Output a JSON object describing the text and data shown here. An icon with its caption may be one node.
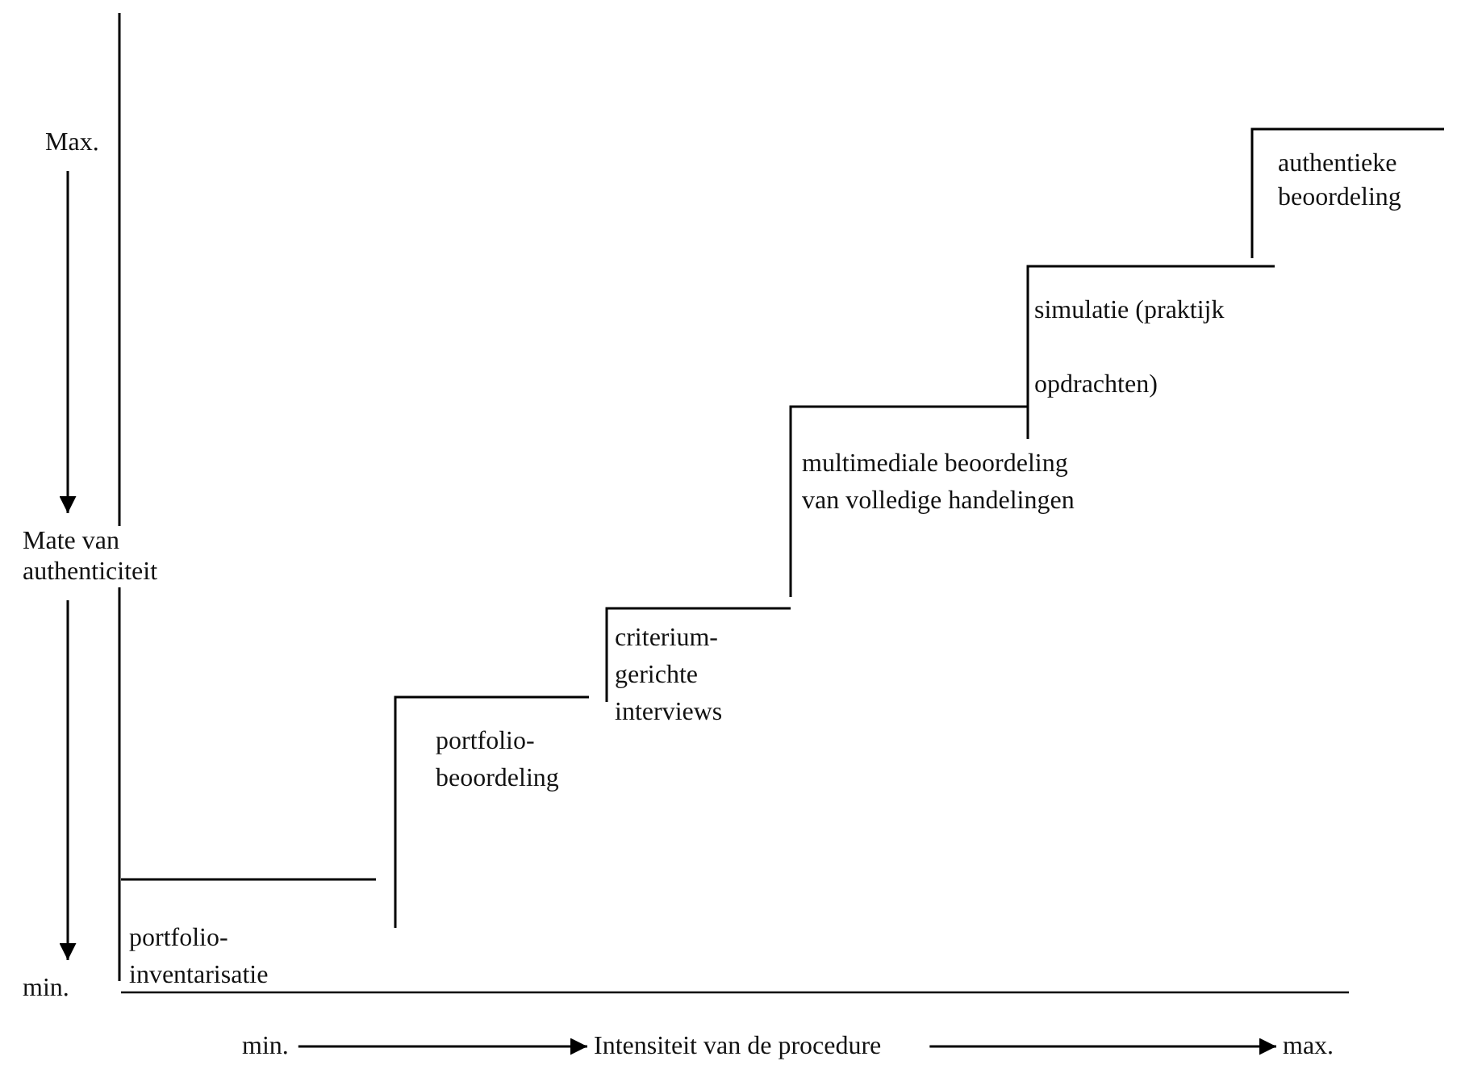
{
  "diagram": {
    "nodes": [
      {
        "text": [
          "Max."
        ]
      },
      {
        "text": [
          "Mate van authenticiteit"
        ]
      },
      {
        "text": [
          "min."
        ]
      },
      {
        "text": [
          "min."
        ]
      },
      {
        "text": [
          "Intensiteit van de procedure"
        ]
      },
      {
        "text": [
          "max."
        ]
      }
    ],
    "edges": [
      {
        "from": 0,
        "to": 1,
        "arrow": "to"
      },
      {
        "from": 1,
        "to": 2,
        "arrow": "to"
      },
      {
        "from": 3,
        "to": 4,
        "arrow": "to"
      },
      {
        "from": 4,
        "to": 5,
        "arrow": "to"
      }
    ],
    "labels": [
      "authentieke beoordeling",
      "simulatie (praktijk opdrachten)",
      "multimediale beoordeling van volledige handelingen",
      "criterium- gerichte interviews",
      "portfolio- beoordeling",
      "portfolio- inventarisatie"
    ]
  }
}
